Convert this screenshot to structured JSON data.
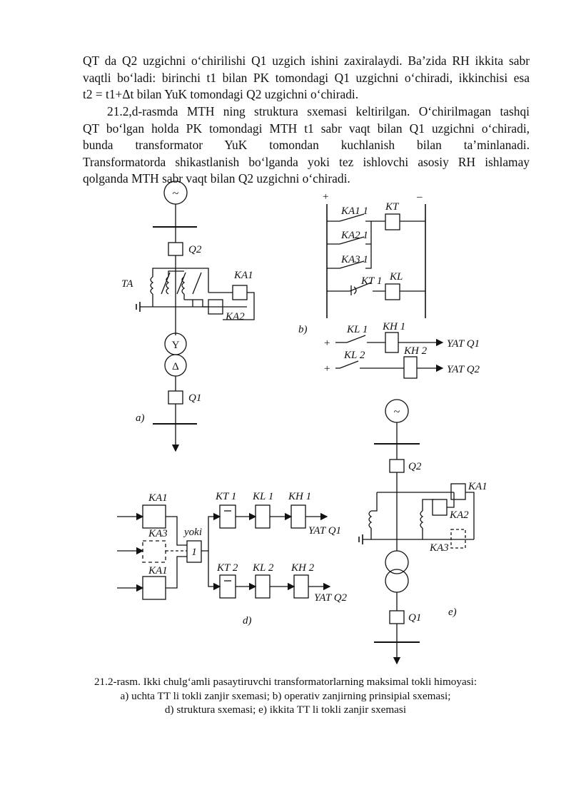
{
  "text": {
    "p1": [
      "QT da Q2 uzgichni o‘chirilishi Q1 uzgich ishini zaxiralaydi. Ba’zida RH ikkita sabr",
      "vaqtli bo‘ladi: birinchi t1 bilan PK tomondagi Q1 uzgichni o‘chiradi, ikkinchisi esa",
      "t2 = t1+Δt bilan YuK tomondagi Q2 uzgichni o‘chiradi."
    ],
    "p2": [
      "21.2,d-rasmda MTH ning struktura sxemasi keltirilgan. O‘chirilmagan tashqi",
      "QT bo‘lgan holda PK tomondagi MTH t1 sabr vaqt bilan Q1 uzgichni o‘chiradi,",
      "bunda transformator YuK tomondan kuchlanish bilan ta’minlanadi.",
      "Transformatorda shikastlanish bo‘lganda yoki tez ishlovchi asosiy RH ishlamay",
      "qolganda MTH sabr vaqt bilan Q2 uzgichni o‘chiradi."
    ]
  },
  "fig_a": {
    "gen": "~",
    "q2": "Q2",
    "ta": "TA",
    "ka1": "KA1",
    "ka2": "KA2",
    "star": "Y",
    "delta": "Δ",
    "q1": "Q1",
    "tag": "a)"
  },
  "fig_b": {
    "plus": "+",
    "minus": "–",
    "ka1_1": "KA1 1",
    "ka2_1": "KA2 1",
    "ka3_1": "KA3 1",
    "kt": "KT",
    "kt_1": "KT 1",
    "kl": "KL",
    "tag": "b)",
    "kl_1": "KL 1",
    "kh_1": "KH 1",
    "yat_q1": "YAT Q1",
    "kl_2": "KL 2",
    "kh_2": "KH 2",
    "yat_q2": "YAT Q2"
  },
  "fig_d": {
    "ka1_top": "KA1",
    "ka3": "KA3",
    "ka1_bot": "KA1",
    "yoki": "yoki",
    "or_sym": "1",
    "kt1": "KT 1",
    "kl1": "KL 1",
    "kh1": "KH 1",
    "yat_q1": "YAT Q1",
    "kt2": "KT 2",
    "kl2": "KL 2",
    "kh2": "KH 2",
    "yat_q2": "YAT Q2",
    "tag": "d)"
  },
  "fig_e": {
    "gen": "~",
    "q2": "Q2",
    "ka1": "KA1",
    "ka2": "KA2",
    "ka3": "KA3",
    "q1": "Q1",
    "tag": "e)"
  },
  "caption": [
    "21.2-rasm. Ikki chulg‘amli pasaytiruvchi transformatorlarning maksimal tokli himoyasi:",
    "a) uchta TT li tokli zanjir sxemasi; b) operativ zanjirning prinsipial sxemasi;",
    "d) struktura sxemasi; e) ikkita TT li tokli zanjir sxemasi"
  ]
}
